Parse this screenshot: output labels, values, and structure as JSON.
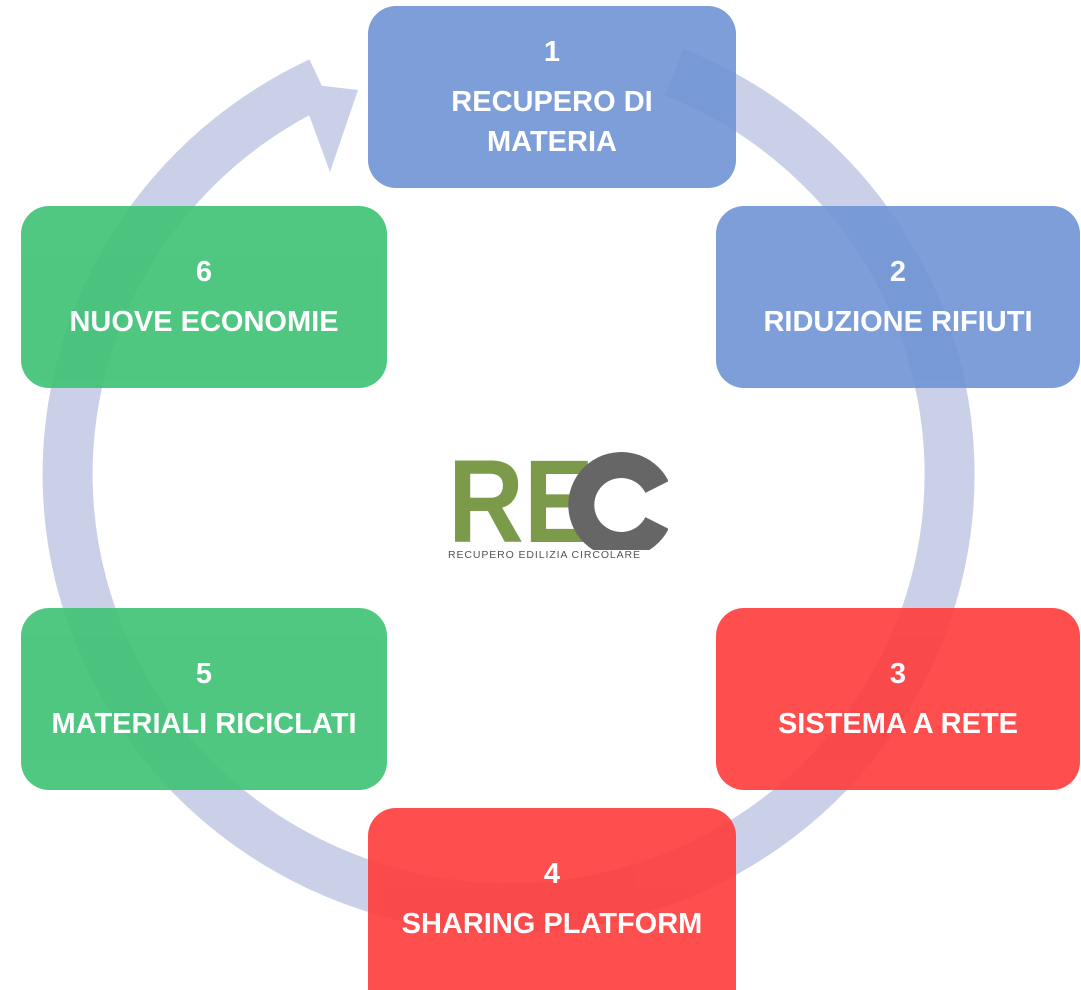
{
  "colors": {
    "ring": "#c9d0e8",
    "blue": "#6f94d5",
    "red": "#ff3b3b",
    "green": "#3ec274",
    "logo_green": "#7b9a4a",
    "logo_gray": "#666666"
  },
  "steps": [
    {
      "number": "1",
      "label": "RECUPERO DI\nMATERIA",
      "color": "#6f94d5"
    },
    {
      "number": "2",
      "label": "RIDUZIONE RIFIUTI",
      "color": "#6f94d5"
    },
    {
      "number": "3",
      "label": "SISTEMA A RETE",
      "color": "#ff3b3b"
    },
    {
      "number": "4",
      "label": "SHARING PLATFORM",
      "color": "#ff3b3b"
    },
    {
      "number": "5",
      "label": "MATERIALI RICICLATI",
      "color": "#3ec274"
    },
    {
      "number": "6",
      "label": "NUOVE ECONOMIE",
      "color": "#3ec274"
    }
  ],
  "logo": {
    "letters_green": "RE",
    "letter_gray": "C",
    "tagline": "RECUPERO EDILIZIA CIRCOLARE"
  }
}
